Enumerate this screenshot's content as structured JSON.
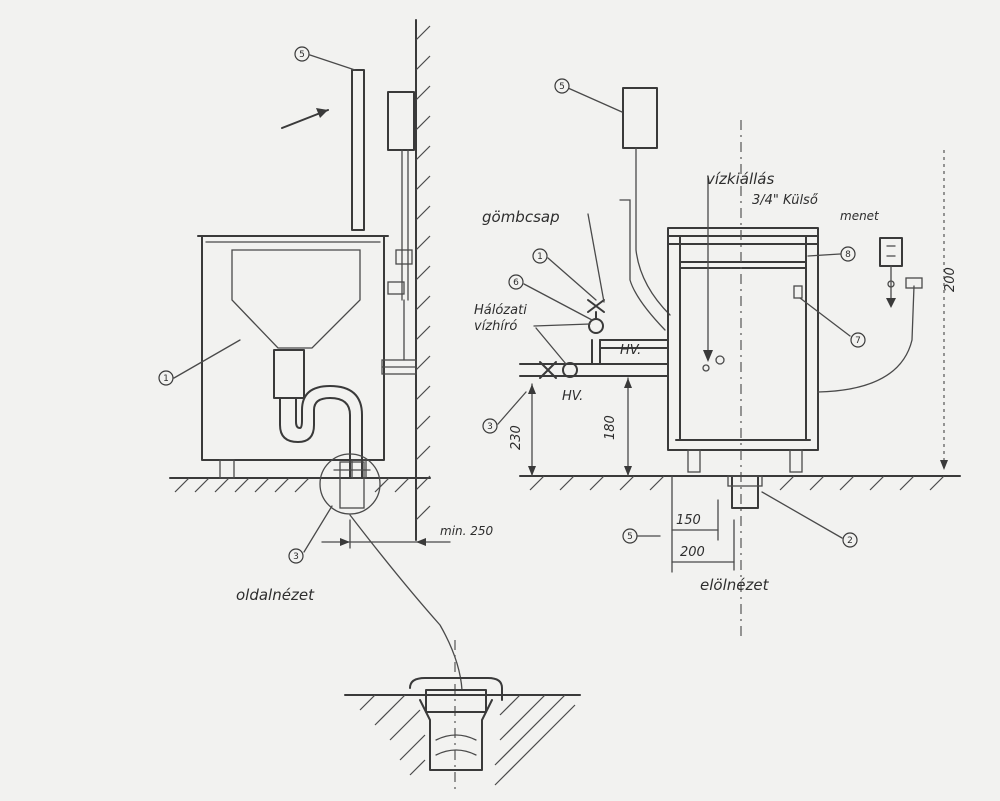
{
  "labels": {
    "ball_valve": "gömbcsap",
    "water_outlet_line1": "vízkiállás",
    "water_outlet_line2": "3/4\" Külső",
    "water_outlet_line3": "menet",
    "mains_water_line1": "Hálózati",
    "mains_water_line2": "vízhíró",
    "hv_upper": "HV.",
    "hv_lower": "HV.",
    "side_view": "oldalnézet",
    "front_view": "elölnézet"
  },
  "dimensions": {
    "wall_min": "min. 250",
    "h_230": "230",
    "h_180": "180",
    "h_200": "200",
    "w_150": "150",
    "w_200": "200"
  },
  "refs": {
    "r1_side": "1",
    "r2_drain": "2",
    "r3_floor_drain": "3",
    "r5_vent": "5",
    "r5_tank": "5",
    "r1_valve": "1",
    "r3_left": "3",
    "r5_bottom": "5",
    "r6": "6",
    "r7": "7",
    "r8": "8"
  }
}
